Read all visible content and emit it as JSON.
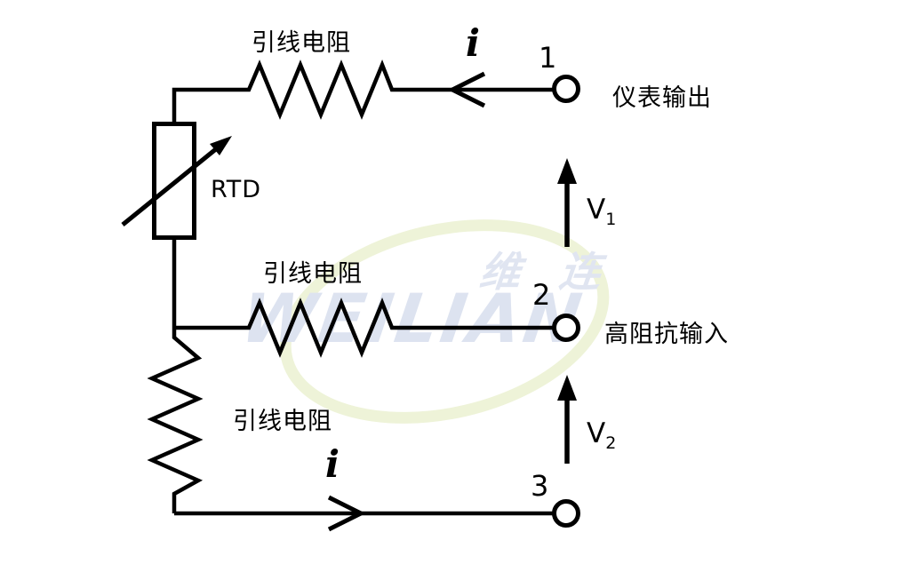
{
  "diagram": {
    "labels": {
      "lead_resistance_top": "引线电阻",
      "lead_resistance_middle": "引线电阻",
      "lead_resistance_bottom": "引线电阻",
      "rtd": "RTD",
      "current_top": "i",
      "current_bottom": "i",
      "terminal_1": "1",
      "terminal_2": "2",
      "terminal_3": "3",
      "voltage_1_base": "V",
      "voltage_1_sub": "1",
      "voltage_2_base": "V",
      "voltage_2_sub": "2",
      "instrument_output": "仪表输出",
      "high_impedance_input": "高阻抗输入"
    },
    "watermark": {
      "cn": "维连",
      "en": "WEILIAN",
      "text_color": "#dde3f0",
      "swoosh_color": "#eef3d8"
    },
    "colors": {
      "line": "#000000",
      "background": "#ffffff"
    }
  }
}
